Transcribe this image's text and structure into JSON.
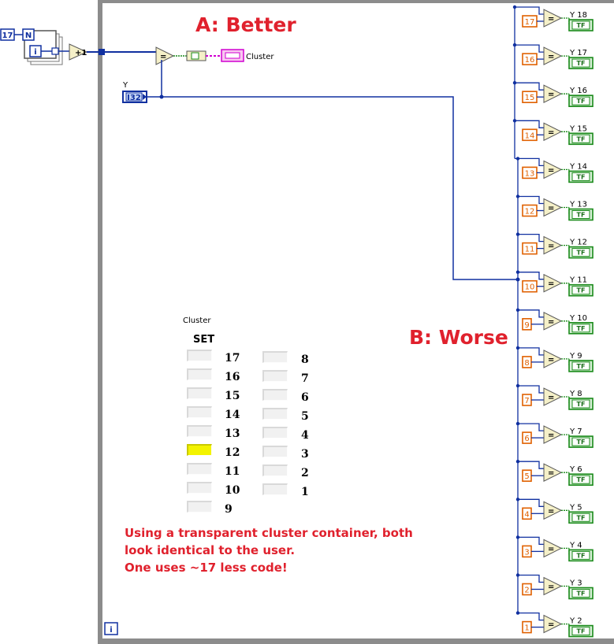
{
  "headings": {
    "better": "A: Better",
    "worse": "B: Worse"
  },
  "loop": {
    "count": "17",
    "count_terminal": "N",
    "iteration_terminal": "i"
  },
  "increment_label": "+1",
  "compare_label": "=",
  "control": {
    "label": "Y",
    "type": "I32"
  },
  "cluster_indicator": {
    "label": "Cluster"
  },
  "boolean_indicator_type": "TF",
  "worse_constants": [
    17,
    16,
    15,
    14,
    13,
    12,
    11,
    10,
    9,
    8,
    7,
    6,
    5,
    4,
    3,
    2,
    1
  ],
  "worse_indicator_labels": [
    "Y 18",
    "Y 17",
    "Y 16",
    "Y 15",
    "Y 14",
    "Y 13",
    "Y 12",
    "Y 11",
    "Y 10",
    "Y 9",
    "Y 8",
    "Y 7",
    "Y 6",
    "Y 5",
    "Y 4",
    "Y 3",
    "Y 2"
  ],
  "front_panel": {
    "cluster_label": "Cluster",
    "set_label": "SET",
    "left_column": [
      {
        "label": "17",
        "on": false
      },
      {
        "label": "16",
        "on": false
      },
      {
        "label": "15",
        "on": false
      },
      {
        "label": "14",
        "on": false
      },
      {
        "label": "13",
        "on": false
      },
      {
        "label": "12",
        "on": true
      },
      {
        "label": "11",
        "on": false
      },
      {
        "label": "10",
        "on": false
      },
      {
        "label": "9",
        "on": false
      }
    ],
    "right_column": [
      {
        "label": "8",
        "on": false
      },
      {
        "label": "7",
        "on": false
      },
      {
        "label": "6",
        "on": false
      },
      {
        "label": "5",
        "on": false
      },
      {
        "label": "4",
        "on": false
      },
      {
        "label": "3",
        "on": false
      },
      {
        "label": "2",
        "on": false
      },
      {
        "label": "1",
        "on": false
      }
    ]
  },
  "note_lines": [
    "Using a transparent cluster container, both",
    "look identical to the user.",
    "One uses ~17 less code!"
  ],
  "outer_loop_iteration_label": "i",
  "colors": {
    "wire_numeric": "#1030a0",
    "wire_boolean": "#1a8a1a",
    "wire_cluster": "#d000d0",
    "constant": "#e06000",
    "heading": "#e0212d",
    "loop_border": "#8c8c8c",
    "led_on": "#f3f300"
  }
}
